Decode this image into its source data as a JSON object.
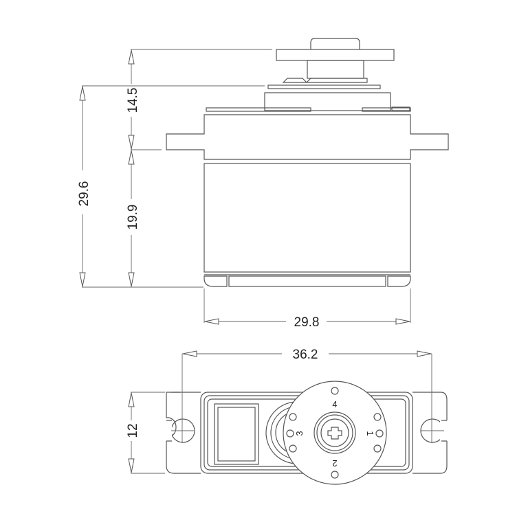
{
  "drawing": {
    "subject": "servo motor dimensional drawing",
    "units": "mm",
    "side_view": {
      "dimensions": {
        "overall_height": "29.6",
        "top_section_height": "14.5",
        "body_height": "19.9",
        "body_width": "29.8"
      }
    },
    "top_view": {
      "dimensions": {
        "mounting_hole_spacing": "36.2",
        "body_depth": "12"
      },
      "horn_pin_labels": [
        "1",
        "2",
        "3",
        "4"
      ]
    },
    "colors": {
      "line": "#555555",
      "background": "#ffffff"
    }
  }
}
